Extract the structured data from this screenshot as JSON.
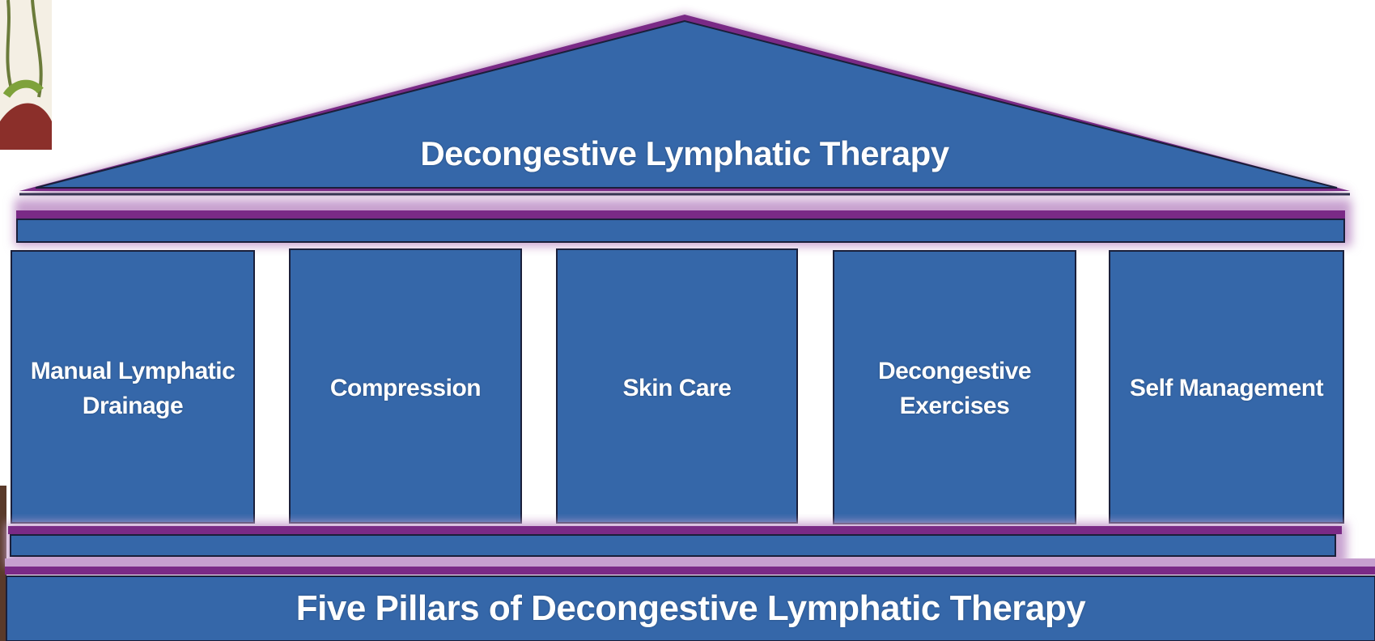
{
  "diagram": {
    "roof_title": "Decongestive Lymphatic Therapy",
    "pillars": [
      {
        "label": "Manual Lymphatic\nDrainage"
      },
      {
        "label": "Compression"
      },
      {
        "label": "Skin Care"
      },
      {
        "label": "Decongestive\nExercises"
      },
      {
        "label": "Self Management"
      }
    ],
    "base_title": "Five Pillars of Decongestive Lymphatic Therapy"
  },
  "colors": {
    "pillar_fill": "#3567a9",
    "outline": "#1a1f3a",
    "glow": "#7a2a86",
    "glow_soft": "#c7a0cf",
    "background": "#ffffff"
  }
}
